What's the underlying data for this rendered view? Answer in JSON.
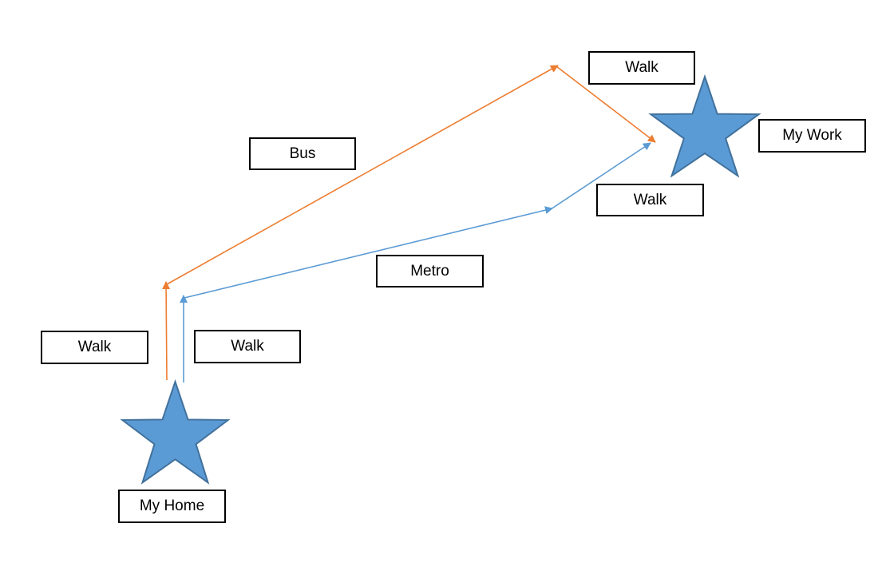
{
  "colors": {
    "bus_route": "#ED7D31",
    "metro_route": "#5B9BD5",
    "star_fill": "#5B9BD5",
    "star_stroke": "#41719C",
    "box_border": "#000000"
  },
  "labels": {
    "home": "My Home",
    "work": "My Work",
    "bus": "Bus",
    "metro": "Metro",
    "walk_home_bus": "Walk",
    "walk_home_metro": "Walk",
    "walk_work_bus": "Walk",
    "walk_work_metro": "Walk"
  },
  "icons": {
    "home_marker": "star-icon",
    "work_marker": "star-icon"
  }
}
